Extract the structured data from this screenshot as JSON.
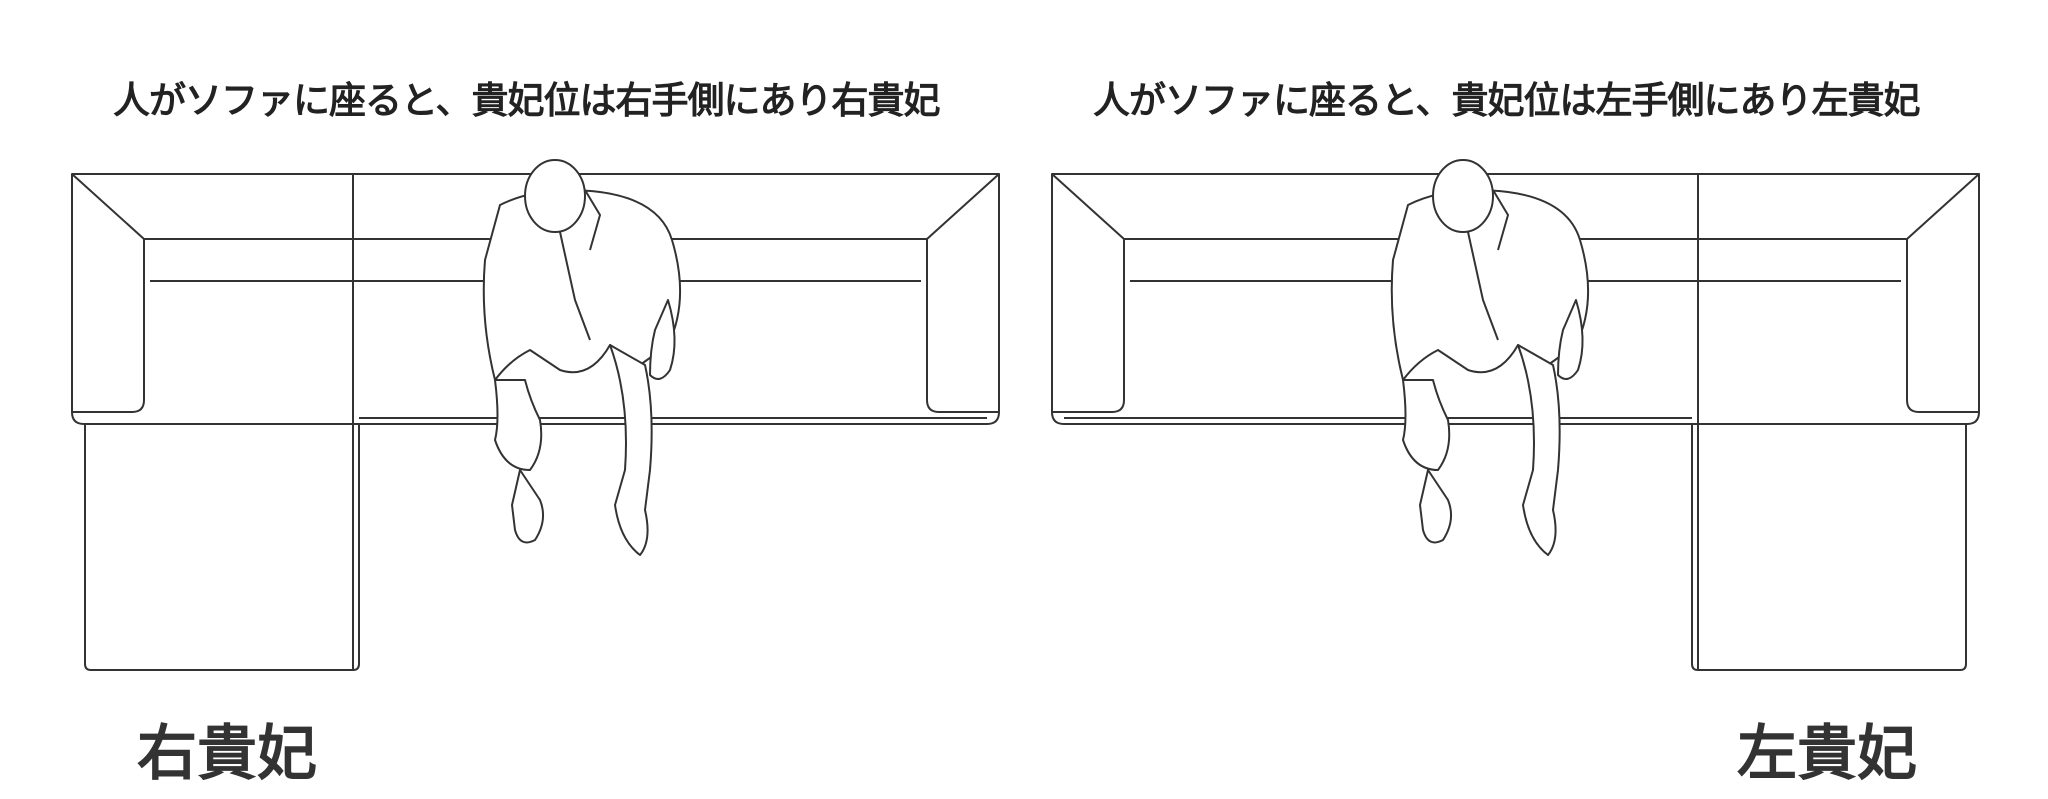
{
  "panels": [
    {
      "caption": "人がソファに座ると、貴妃位は右手側にあり右貴妃",
      "label": "右貴妃"
    },
    {
      "caption": "人がソファに座ると、貴妃位は左手側にあり左貴妃",
      "label": "左貴妃"
    }
  ]
}
